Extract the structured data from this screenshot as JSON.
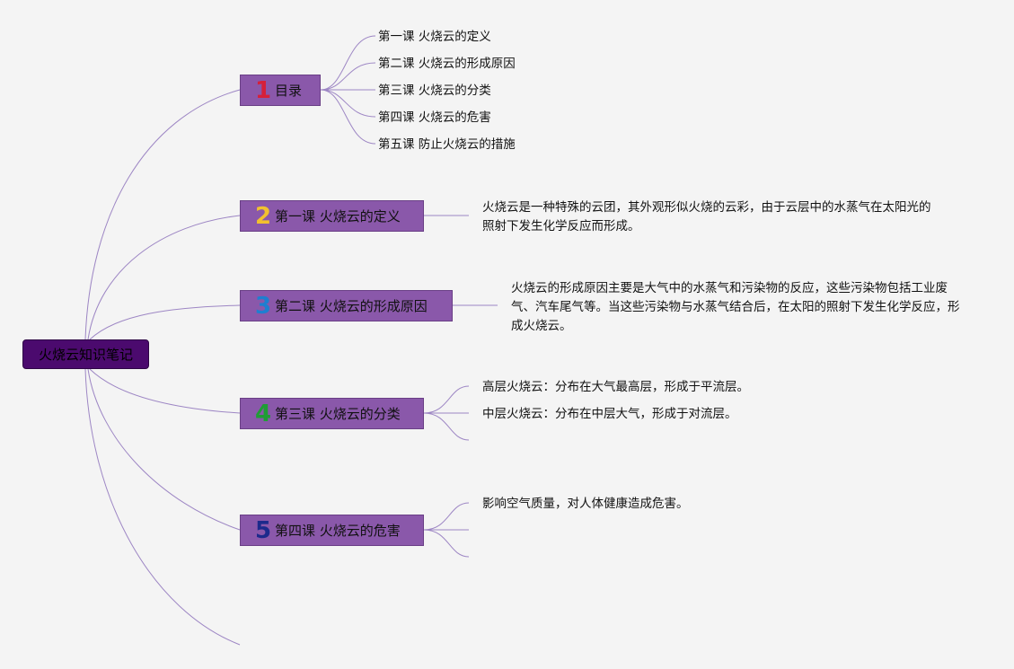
{
  "root": {
    "label": "火烧云知识笔记"
  },
  "branches": [
    {
      "number": "1",
      "number_color": "#d6203a",
      "label": "目录",
      "children": [
        "第一课 火烧云的定义",
        "第二课 火烧云的形成原因",
        "第三课 火烧云的分类",
        "第四课 火烧云的危害",
        "第五课 防止火烧云的措施"
      ]
    },
    {
      "number": "2",
      "number_color": "#f2c12e",
      "label": "第一课 火烧云的定义",
      "description": "火烧云是一种特殊的云团，其外观形似火烧的云彩，由于云层中的水蒸气在太阳光的照射下发生化学反应而形成。"
    },
    {
      "number": "3",
      "number_color": "#1e7fd0",
      "label": "第二课 火烧云的形成原因",
      "description": "火烧云的形成原因主要是大气中的水蒸气和污染物的反应，这些污染物包括工业废气、汽车尾气等。当这些污染物与水蒸气结合后，在太阳的照射下发生化学反应，形成火烧云。"
    },
    {
      "number": "4",
      "number_color": "#1f9d35",
      "label": "第三课 火烧云的分类",
      "children": [
        "高层火烧云：分布在大气最高层，形成于平流层。",
        "中层火烧云：分布在中层大气，形成于对流层。"
      ]
    },
    {
      "number": "5",
      "number_color": "#1c2a8c",
      "label": "第四课 火烧云的危害",
      "children": [
        "影响空气质量，对人体健康造成危害。"
      ]
    }
  ],
  "colors": {
    "line": "#9d86c4",
    "branch_bg": "#8a58aa",
    "root_bg": "#4b0a6e",
    "background": "#f4f4f4"
  }
}
